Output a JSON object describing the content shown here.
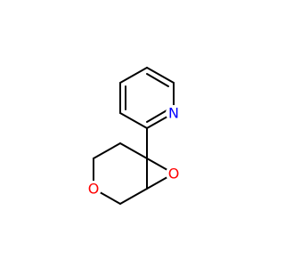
{
  "molecule": {
    "atoms": {
      "pyridine_nitrogen": "N",
      "epoxide_oxygen": "O",
      "ring_oxygen": "O"
    },
    "colors": {
      "nitrogen": "#0000ff",
      "oxygen": "#ff0000",
      "bond": "#000000",
      "background": "#ffffff"
    }
  }
}
